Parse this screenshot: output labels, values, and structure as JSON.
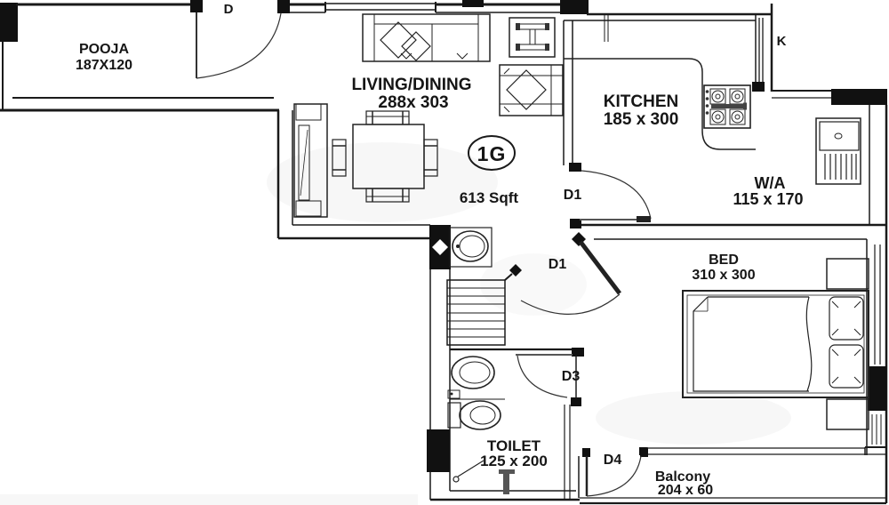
{
  "floorplan": {
    "unit": {
      "label": "1G",
      "area": "613 Sqft"
    },
    "rooms": {
      "pooja": {
        "name": "POOJA",
        "dims": "187X120"
      },
      "living": {
        "name": "LIVING/DINING",
        "dims": "288x 303"
      },
      "kitchen": {
        "name": "KITCHEN",
        "dims": "185 x 300"
      },
      "wash": {
        "name": "W/A",
        "dims": "115 x 170"
      },
      "bed": {
        "name": "BED",
        "dims": "310 x 300"
      },
      "toilet": {
        "name": "TOILET",
        "dims": "125 x 200"
      },
      "balcony": {
        "name": "Balcony",
        "dims": "204 x 60"
      }
    },
    "labels": {
      "entry_door": "D",
      "kitchen_marker": "K",
      "door_d1_kitchen": "D1",
      "door_d1_bed": "D1",
      "door_d3": "D3",
      "door_d4": "D4"
    },
    "colors": {
      "line": "#1a1a1a",
      "background": "#ffffff"
    }
  }
}
